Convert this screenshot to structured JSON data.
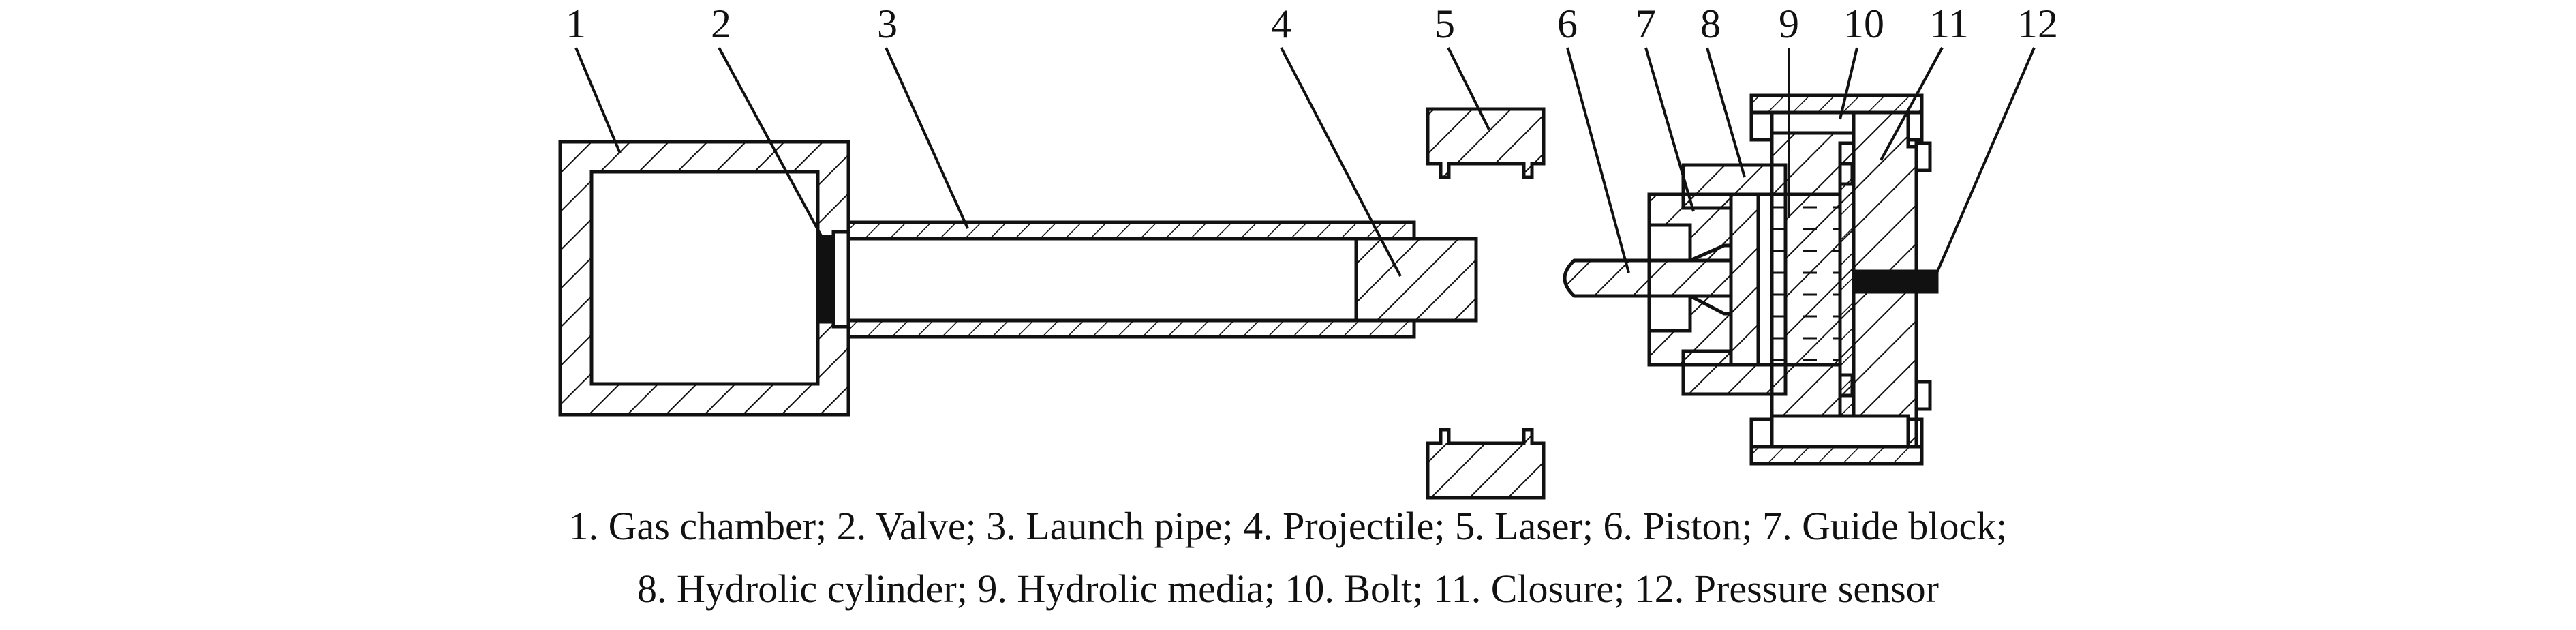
{
  "figure": {
    "labels": [
      "1",
      "2",
      "3",
      "4",
      "5",
      "6",
      "7",
      "8",
      "9",
      "10",
      "11",
      "12"
    ],
    "caption_line1": "1. Gas chamber; 2. Valve; 3. Launch pipe; 4. Projectile; 5. Laser; 6. Piston; 7. Guide block;",
    "caption_line2": "8. Hydrolic cylinder; 9. Hydrolic media; 10. Bolt; 11. Closure; 12. Pressure sensor"
  },
  "colors": {
    "stroke": "#111111",
    "background": "#ffffff"
  }
}
